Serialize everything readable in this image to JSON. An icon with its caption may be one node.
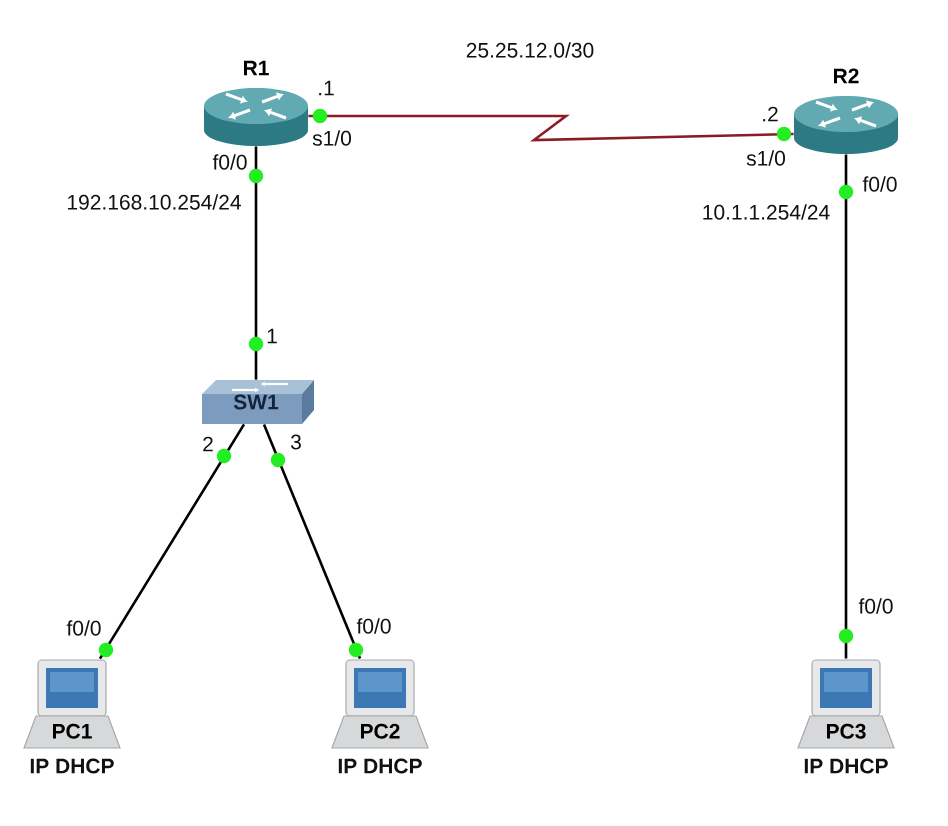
{
  "diagram": {
    "nodes": [
      {
        "text": [
          "R1"
        ],
        "beside": [
          "s1/0"
        ]
      },
      {
        "text": [
          "R2"
        ],
        "beside": [
          "s1/0"
        ]
      },
      {
        "text": [
          "SW1"
        ]
      },
      {
        "text": [
          "PC1"
        ],
        "beside": [
          "f0/0",
          "IP DHCP"
        ]
      },
      {
        "text": [
          "PC2"
        ],
        "beside": [
          "f0/0",
          "IP DHCP"
        ]
      },
      {
        "text": [
          "PC3"
        ],
        "beside": [
          "f0/0",
          "IP DHCP"
        ]
      }
    ],
    "edges": [
      {
        "from": 0,
        "to": 1,
        "arrow": "none",
        "color": "#8b1c24"
      },
      {
        "from": 0,
        "to": 2,
        "arrow": "none"
      },
      {
        "from": 1,
        "to": 5,
        "arrow": "none"
      },
      {
        "from": 2,
        "to": 3,
        "arrow": "none"
      },
      {
        "from": 2,
        "to": 4,
        "arrow": "none"
      }
    ],
    "labels": [
      "25.25.12.0/30",
      ".1",
      ".2",
      "f0/0",
      "f0/0",
      "192.168.10.254/24",
      "10.1.1.254/24",
      "1",
      "2",
      "3"
    ]
  }
}
